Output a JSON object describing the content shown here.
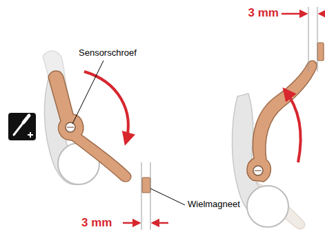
{
  "diagram": {
    "labels": [
      "3 mm",
      "Sensorschroef",
      "Wielmagneet",
      "3 mm"
    ]
  }
}
